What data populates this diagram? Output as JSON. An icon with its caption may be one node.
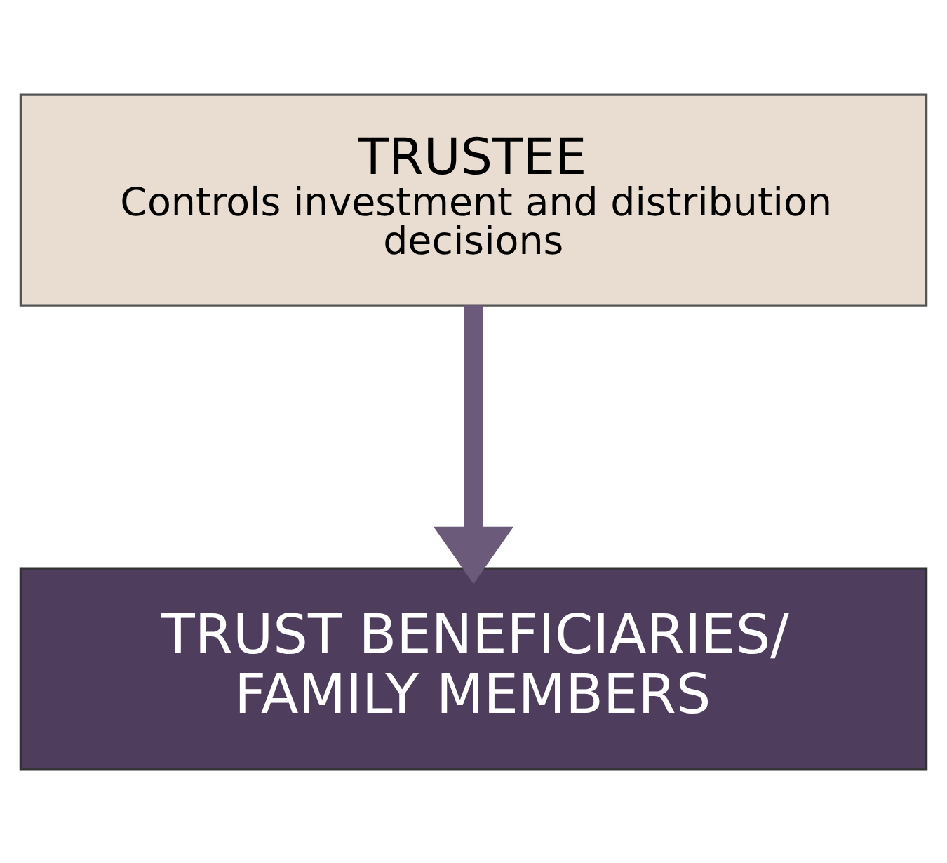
{
  "diagram": {
    "nodes": [
      {
        "text": [
          "TRUSTEE",
          "Controls investment and distribution decisions"
        ]
      },
      {
        "text": [
          "TRUST BENEFICIARIES/ FAMILY MEMBERS"
        ]
      }
    ],
    "edges": [
      {
        "from": 0,
        "to": 1,
        "arrow": "to",
        "color": "#6b5a7a"
      }
    ]
  }
}
